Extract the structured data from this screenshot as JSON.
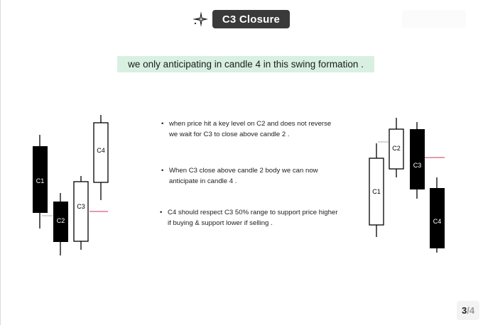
{
  "header": {
    "title": "C3 Closure",
    "subtitle": "we only anticipating in candle 4 in this swing formation ."
  },
  "bullets": [
    {
      "lines": [
        "when price hit a key level on C2 and does not reverse",
        "we wait for C3 to close above candle 2 ."
      ]
    },
    {
      "lines": [
        "When C3 close above candle 2 body we can now",
        " anticipate in candle 4 ."
      ]
    },
    {
      "lines": [
        "C4 should respect C3 50% range  to support price higher",
        "if buying & support lower if selling ."
      ]
    }
  ],
  "bullet_glyph": "•",
  "left_pattern": {
    "candles": [
      {
        "label": "C1",
        "direction": "bearish"
      },
      {
        "label": "C2",
        "direction": "bearish"
      },
      {
        "label": "C3",
        "direction": "bullish"
      },
      {
        "label": "C4",
        "direction": "bullish"
      }
    ]
  },
  "right_pattern": {
    "candles": [
      {
        "label": "C1",
        "direction": "bullish"
      },
      {
        "label": "C2",
        "direction": "bullish"
      },
      {
        "label": "C3",
        "direction": "bearish"
      },
      {
        "label": "C4",
        "direction": "bearish"
      }
    ]
  },
  "pagination": {
    "current": "3",
    "separator": "/",
    "total": "4"
  },
  "colors": {
    "bear": "#000000",
    "bull": "#ffffff",
    "marker": "#c9395a",
    "subtitle_bg": "#d8f0e1",
    "title_bg": "#3a3a3a"
  },
  "icons": {
    "logo": "sparkle-star-icon"
  }
}
